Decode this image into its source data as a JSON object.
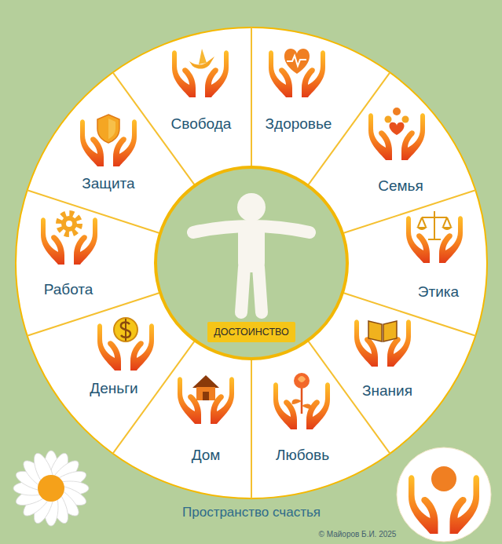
{
  "diagram": {
    "caption": "Пространство счастья",
    "nodes": [
      {
        "text": [
          "Свобода"
        ]
      },
      {
        "text": [
          "Здоровье"
        ]
      },
      {
        "text": [
          "Семья"
        ]
      },
      {
        "text": [
          "Этика"
        ]
      },
      {
        "text": [
          "Знания"
        ]
      },
      {
        "text": [
          "Любовь"
        ]
      },
      {
        "text": [
          "Дом"
        ]
      },
      {
        "text": [
          "Деньги"
        ]
      },
      {
        "text": [
          "Работа"
        ]
      },
      {
        "text": [
          "Защита"
        ]
      },
      {
        "text": [
          "ДОСТОИНСТВО"
        ]
      }
    ],
    "labels": [
      "© Майоров Б.И. 2025"
    ]
  }
}
